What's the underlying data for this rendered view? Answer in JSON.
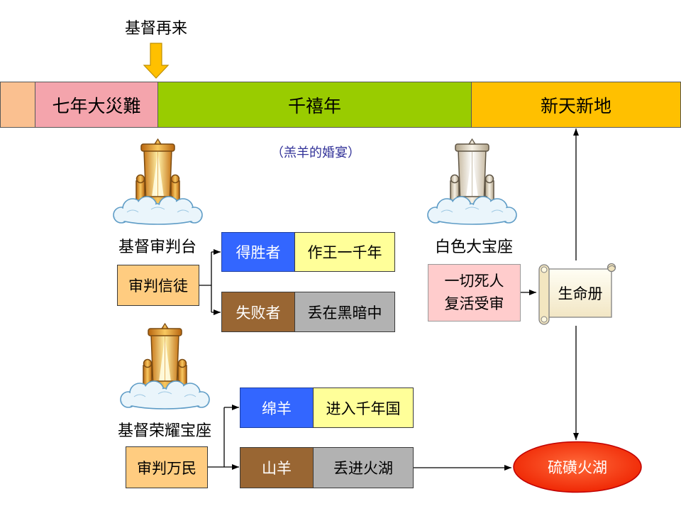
{
  "second_coming": "基督再来",
  "timeline": {
    "segments": [
      {
        "color": "#FAC090"
      },
      {
        "label": "七年大災難",
        "color": "#F4A4AC"
      },
      {
        "label": "千禧年",
        "color": "#99CC00"
      },
      {
        "label": "新天新地",
        "color": "#FFC000"
      }
    ],
    "millennium_note": "（羔羊的婚宴）"
  },
  "thrones": {
    "judgment_seat": {
      "label": "基督审判台",
      "icon": "golden-throne-icon"
    },
    "white_throne": {
      "label": "白色大宝座",
      "icon": "white-throne-icon"
    },
    "glorious_throne": {
      "label": "基督荣耀宝座",
      "icon": "golden-throne-icon"
    }
  },
  "believers_judgment": {
    "label": "审判信徒",
    "color": "#FFCC80",
    "outcomes": [
      {
        "group": "得胜者",
        "group_color": "#3366FF",
        "result": "作王一千年",
        "result_color": "#FFFF99"
      },
      {
        "group": "失败者",
        "group_color": "#996633",
        "result": "丢在黑暗中",
        "result_color": "#B2B2B2"
      }
    ]
  },
  "nations_judgment": {
    "label": "审判万民",
    "color": "#FFCC80",
    "outcomes": [
      {
        "group": "绵羊",
        "group_color": "#3366FF",
        "result": "进入千年国",
        "result_color": "#FFFF99"
      },
      {
        "group": "山羊",
        "group_color": "#996633",
        "result": "丢进火湖",
        "result_color": "#B2B2B2"
      }
    ]
  },
  "final_judgment": {
    "dead_lines": [
      "一切死人",
      "复活受审"
    ],
    "dead_color": "#FFCCCC",
    "book_of_life": "生命册",
    "book_icon": "scroll-icon",
    "lake_of_fire": "硫磺火湖",
    "lake_color": "#FF3300"
  },
  "colors": {
    "second_coming_arrow": "#FFC000",
    "note_text": "#333399"
  }
}
